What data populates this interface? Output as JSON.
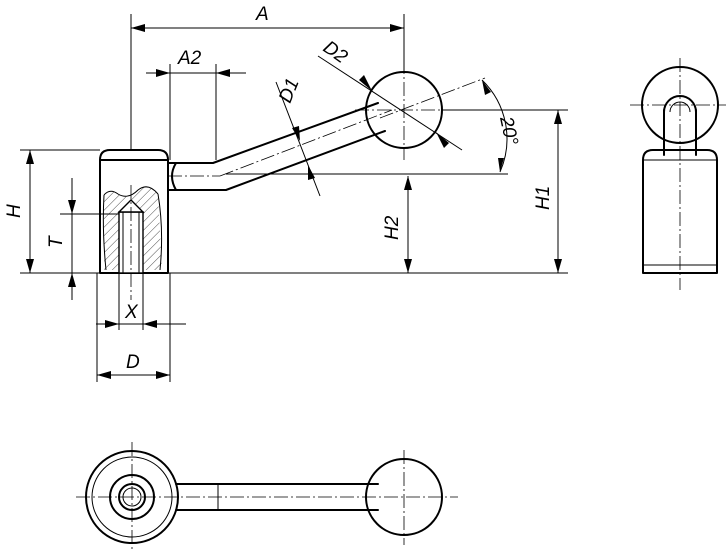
{
  "labels": {
    "A": "A",
    "A2": "A2",
    "D1": "D1",
    "D2": "D2",
    "angle": "20°",
    "H": "H",
    "T": "T",
    "H2": "H2",
    "H1": "H1",
    "X": "X",
    "D": "D"
  },
  "colors": {
    "line": "#000000",
    "background": "#ffffff"
  }
}
